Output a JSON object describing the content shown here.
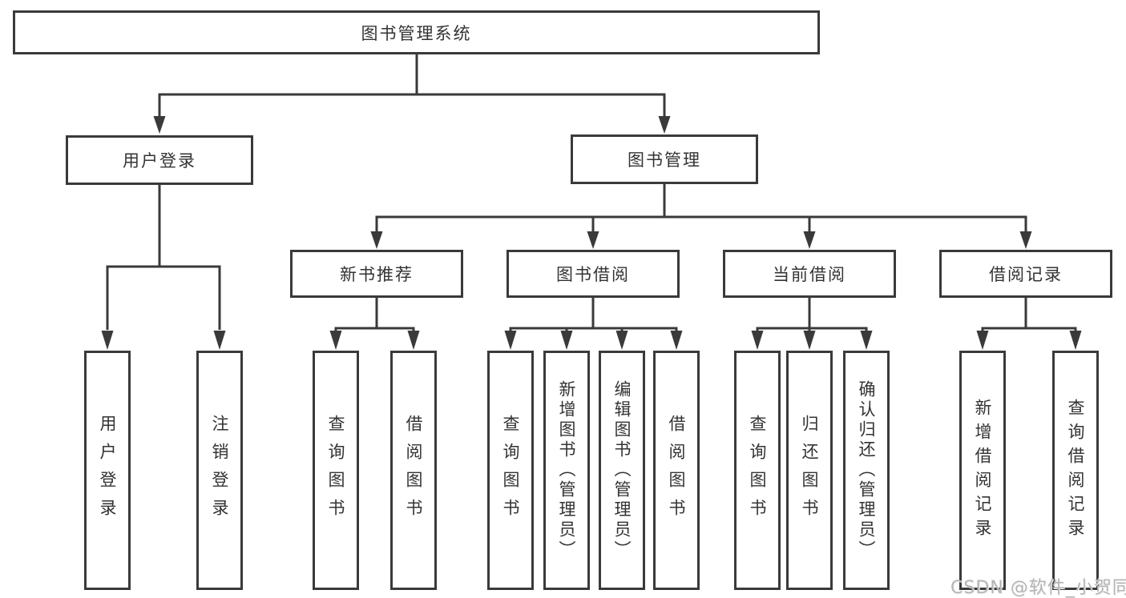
{
  "colors": {
    "line": "#3a3a3a",
    "text": "#333333",
    "watermark": "#b5b5b5"
  },
  "root": {
    "label": "图书管理系统"
  },
  "login": {
    "label": "用户登录",
    "children": [
      {
        "label": "用户登录"
      },
      {
        "label": "注销登录"
      }
    ]
  },
  "management": {
    "label": "图书管理",
    "groups": [
      {
        "label": "新书推荐",
        "children": [
          {
            "label": "查询图书"
          },
          {
            "label": "借阅图书"
          }
        ]
      },
      {
        "label": "图书借阅",
        "children": [
          {
            "label": "查询图书"
          },
          {
            "label": "新增图书（管理员）"
          },
          {
            "label": "编辑图书（管理员）"
          },
          {
            "label": "借阅图书"
          }
        ]
      },
      {
        "label": "当前借阅",
        "children": [
          {
            "label": "查询图书"
          },
          {
            "label": "归还图书"
          },
          {
            "label": "确认归还（管理员）"
          }
        ]
      },
      {
        "label": "借阅记录",
        "children": [
          {
            "label": "新增借阅记录"
          },
          {
            "label": "查询借阅记录"
          }
        ]
      }
    ]
  },
  "watermark": {
    "text": "CSDN @软件_小贺同学"
  }
}
